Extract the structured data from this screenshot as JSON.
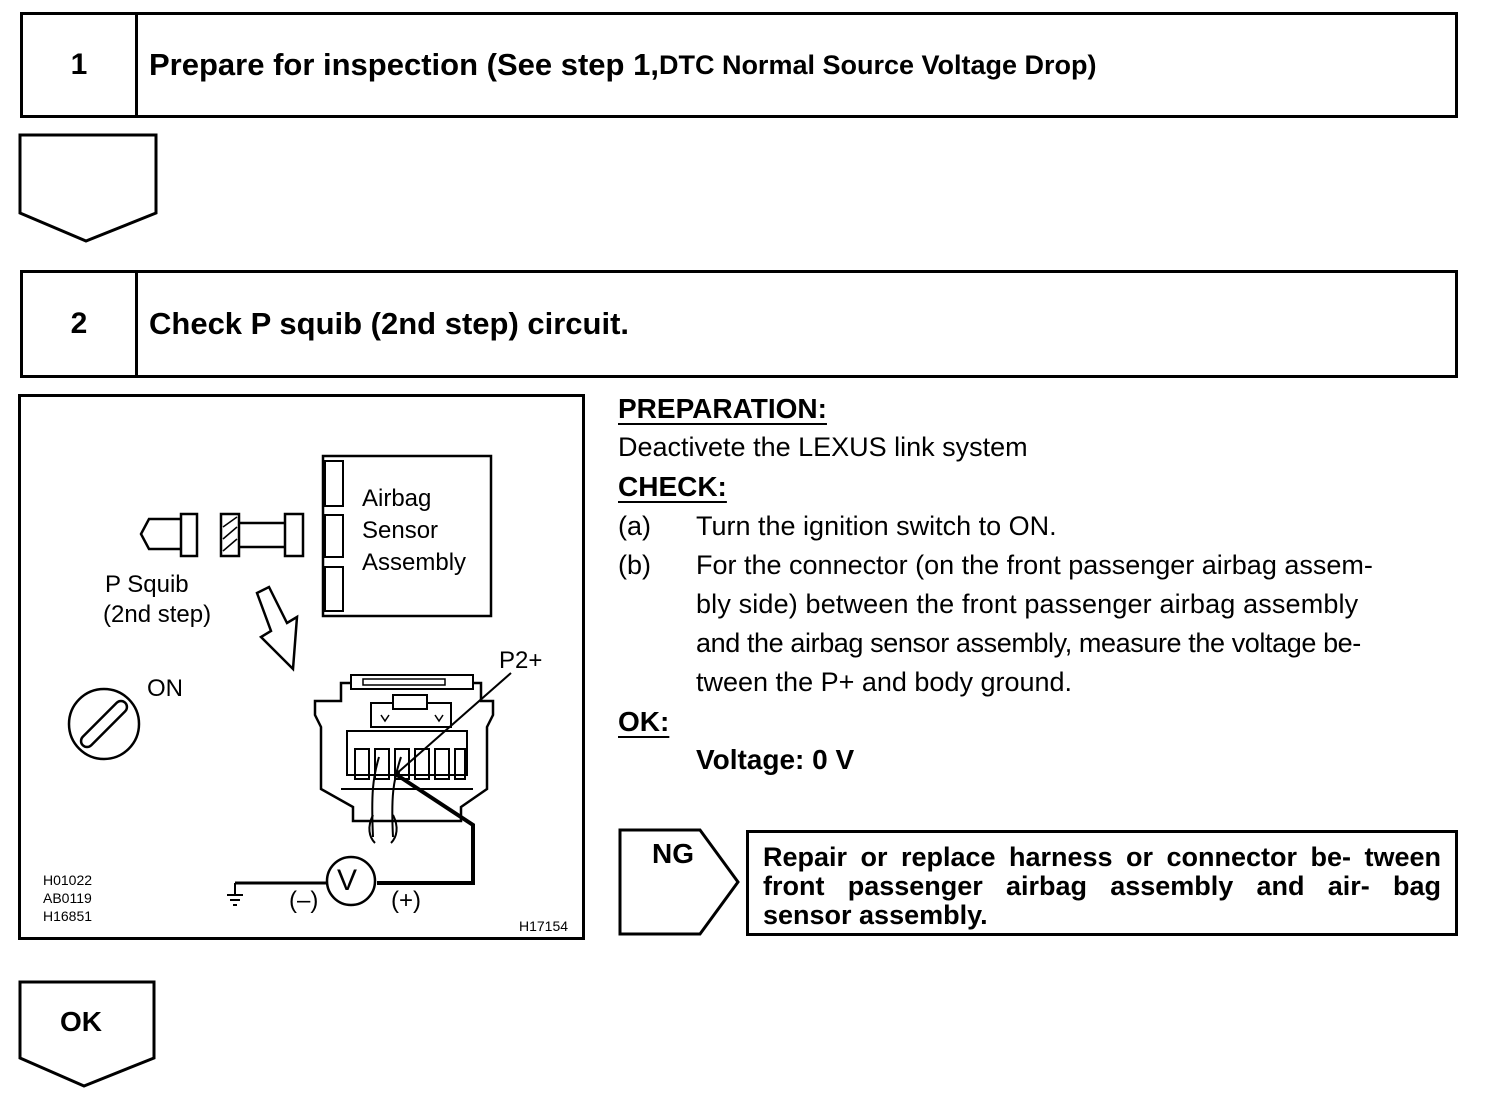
{
  "step1": {
    "number": "1",
    "title_main": "Prepare for inspection (See step 1, ",
    "title_ref": "DTC Normal Source Voltage Drop)"
  },
  "step2": {
    "number": "2",
    "title": "Check P squib (2nd step) circuit."
  },
  "figure": {
    "airbag_label_1": "Airbag",
    "airbag_label_2": "Sensor",
    "airbag_label_3": "Assembly",
    "squib_label_1": "P Squib",
    "squib_label_2": "(2nd step)",
    "switch_label": "ON",
    "pin_label": "P2+",
    "meter_symbol": "V",
    "minus_label": "(–)",
    "plus_label": "(+)",
    "codes": [
      "H01022",
      "AB0119",
      "H16851"
    ],
    "figure_id": "H17154"
  },
  "procedure": {
    "preparation_heading": "PREPARATION:",
    "preparation_text": "Deactivete the LEXUS link system",
    "check_heading": "CHECK:",
    "step_a_marker": "(a)",
    "step_a_text": "Turn the ignition switch to ON.",
    "step_b_marker": "(b)",
    "step_b_lines": [
      "For the connector (on the front passenger airbag assem-",
      "bly side) between the front passenger airbag assembly",
      "and the airbag sensor assembly, measure the voltage be-",
      "tween the P+ and body ground."
    ],
    "ok_heading": "OK:",
    "ok_value": "Voltage: 0 V"
  },
  "ng": {
    "label": "NG",
    "result": "Repair or replace harness or connector be- tween front passenger airbag assembly and air- bag sensor assembly."
  },
  "ok_flow": {
    "label": "OK"
  }
}
